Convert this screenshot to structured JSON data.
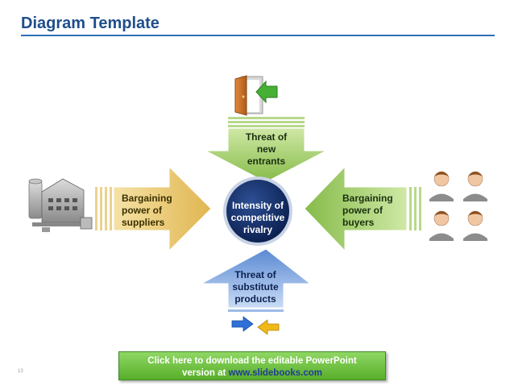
{
  "slide": {
    "title": "Diagram Template",
    "page_number": "13"
  },
  "diagram": {
    "center": {
      "lines": [
        "Intensity of",
        "competitive",
        "rivalry"
      ]
    },
    "top": {
      "lines": [
        "Threat of",
        "new",
        "entrants"
      ]
    },
    "bottom": {
      "lines": [
        "Threat of",
        "substitute",
        "products"
      ]
    },
    "left": {
      "lines": [
        "Bargaining",
        "power of",
        "suppliers"
      ]
    },
    "right": {
      "lines": [
        "Bargaining",
        "power of",
        "buyers"
      ]
    },
    "icons": [
      "door-entry-icon",
      "factory-icon",
      "people-icon",
      "substitute-arrows-icon"
    ],
    "colors": {
      "top_arrow": "#93c75b",
      "bottom_arrow": "#5f8fd6",
      "left_arrow": "#e7c46a",
      "right_arrow": "#93c75b",
      "center_circle": "#0f2a63"
    }
  },
  "cta": {
    "line1": "Click here to download the editable PowerPoint",
    "line2_prefix": "version at",
    "link": "www.slidebooks.com"
  }
}
